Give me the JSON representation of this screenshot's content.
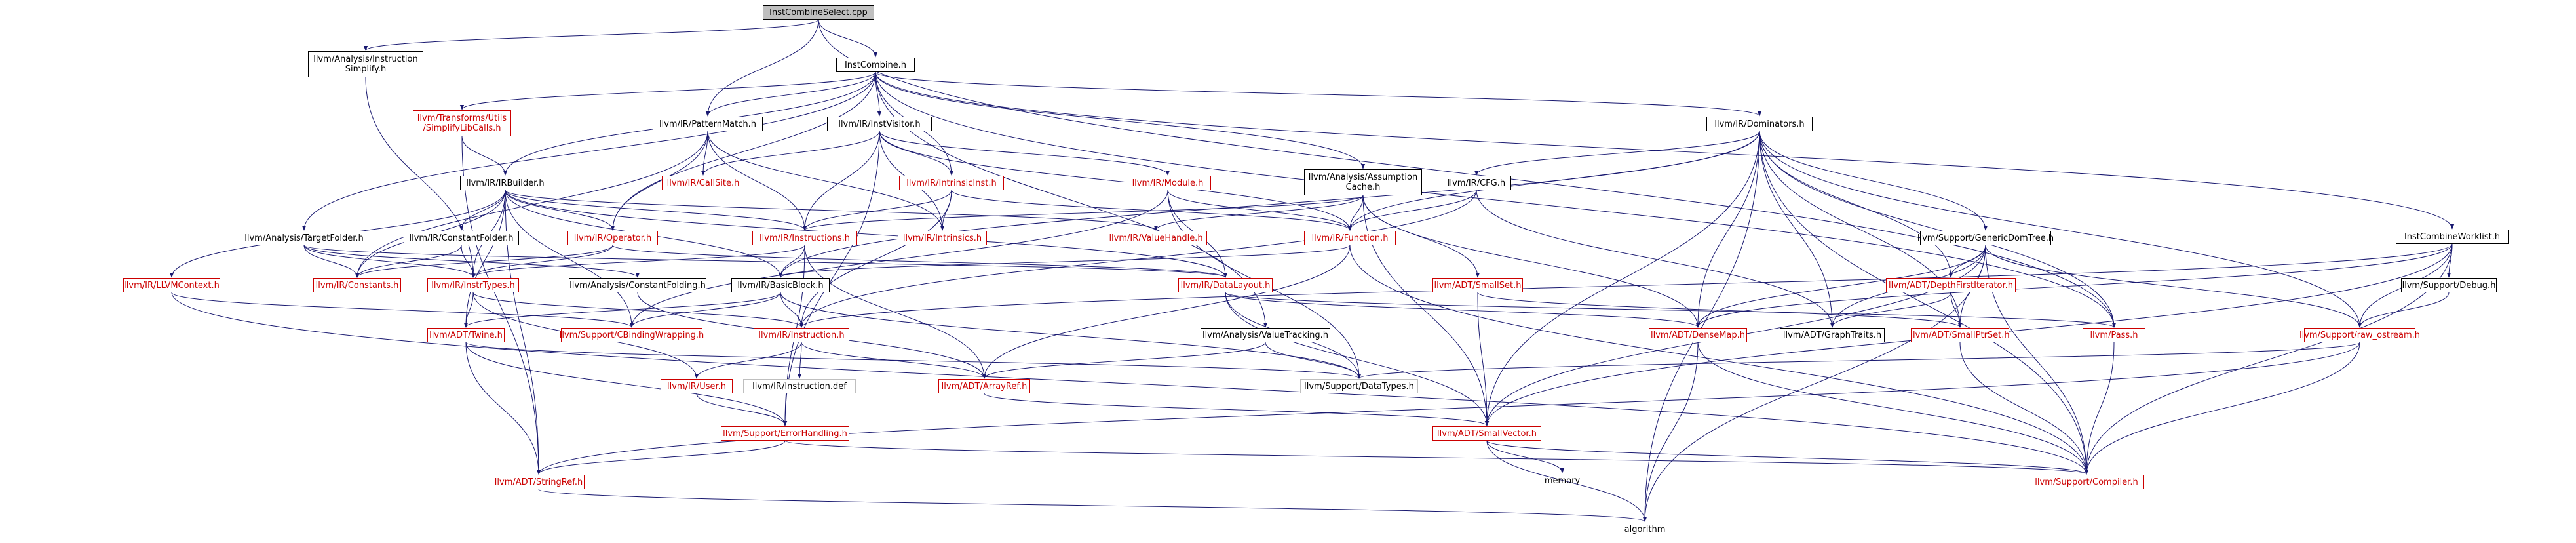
{
  "colors": {
    "edge": "#191970",
    "edge_ext": "#cc0000",
    "border": "#000000",
    "missing": "#cc0000",
    "root_fill": "#bfbfbf"
  },
  "nodes": [
    {
      "id": "root",
      "label": "InstCombineSelect.cpp",
      "style": "root"
    },
    {
      "id": "ia",
      "label": "llvm/Analysis/Instruction\nSimplify.h",
      "style": "black"
    },
    {
      "id": "ic",
      "label": "InstCombine.h",
      "style": "black"
    },
    {
      "id": "tu",
      "label": "llvm/Transforms/Utils\n/SimplifyLibCalls.h",
      "style": "red"
    },
    {
      "id": "pm",
      "label": "llvm/IR/PatternMatch.h",
      "style": "black"
    },
    {
      "id": "iv",
      "label": "llvm/IR/InstVisitor.h",
      "style": "black"
    },
    {
      "id": "dom",
      "label": "llvm/IR/Dominators.h",
      "style": "black"
    },
    {
      "id": "irb",
      "label": "llvm/IR/IRBuilder.h",
      "style": "black"
    },
    {
      "id": "cs",
      "label": "llvm/IR/CallSite.h",
      "style": "red"
    },
    {
      "id": "ii",
      "label": "llvm/IR/IntrinsicInst.h",
      "style": "red"
    },
    {
      "id": "mod",
      "label": "llvm/IR/Module.h",
      "style": "red"
    },
    {
      "id": "ac",
      "label": "llvm/Analysis/Assumption\nCache.h",
      "style": "black"
    },
    {
      "id": "cfg",
      "label": "llvm/IR/CFG.h",
      "style": "black"
    },
    {
      "id": "icw",
      "label": "InstCombineWorklist.h",
      "style": "black"
    },
    {
      "id": "tf",
      "label": "llvm/Analysis/TargetFolder.h",
      "style": "black"
    },
    {
      "id": "cf",
      "label": "llvm/IR/ConstantFolder.h",
      "style": "black"
    },
    {
      "id": "op",
      "label": "llvm/IR/Operator.h",
      "style": "red"
    },
    {
      "id": "ins",
      "label": "llvm/IR/Instructions.h",
      "style": "red"
    },
    {
      "id": "intr",
      "label": "llvm/IR/Intrinsics.h",
      "style": "red"
    },
    {
      "id": "vh",
      "label": "llvm/IR/ValueHandle.h",
      "style": "red"
    },
    {
      "id": "fn",
      "label": "llvm/IR/Function.h",
      "style": "red"
    },
    {
      "id": "gdt",
      "label": "llvm/Support/GenericDomTree.h",
      "style": "black"
    },
    {
      "id": "llc",
      "label": "llvm/IR/LLVMContext.h",
      "style": "red"
    },
    {
      "id": "con",
      "label": "llvm/IR/Constants.h",
      "style": "red"
    },
    {
      "id": "it",
      "label": "llvm/IR/InstrTypes.h",
      "style": "red"
    },
    {
      "id": "acf",
      "label": "llvm/Analysis/ConstantFolding.h",
      "style": "black"
    },
    {
      "id": "bb",
      "label": "llvm/IR/BasicBlock.h",
      "style": "black"
    },
    {
      "id": "dl",
      "label": "llvm/IR/DataLayout.h",
      "style": "red"
    },
    {
      "id": "ss",
      "label": "llvm/ADT/SmallSet.h",
      "style": "red"
    },
    {
      "id": "dfi",
      "label": "llvm/ADT/DepthFirstIterator.h",
      "style": "red"
    },
    {
      "id": "dbg",
      "label": "llvm/Support/Debug.h",
      "style": "black"
    },
    {
      "id": "tw",
      "label": "llvm/ADT/Twine.h",
      "style": "red"
    },
    {
      "id": "cbw",
      "label": "llvm/Support/CBindingWrapping.h",
      "style": "red"
    },
    {
      "id": "inst",
      "label": "llvm/IR/Instruction.h",
      "style": "red"
    },
    {
      "id": "vt",
      "label": "llvm/Analysis/ValueTracking.h",
      "style": "black"
    },
    {
      "id": "dm",
      "label": "llvm/ADT/DenseMap.h",
      "style": "red"
    },
    {
      "id": "gt",
      "label": "llvm/ADT/GraphTraits.h",
      "style": "black"
    },
    {
      "id": "sps",
      "label": "llvm/ADT/SmallPtrSet.h",
      "style": "red"
    },
    {
      "id": "pass",
      "label": "llvm/Pass.h",
      "style": "red"
    },
    {
      "id": "ro",
      "label": "llvm/Support/raw_ostream.h",
      "style": "red"
    },
    {
      "id": "user",
      "label": "llvm/IR/User.h",
      "style": "red"
    },
    {
      "id": "idef",
      "label": "llvm/IR/Instruction.def",
      "style": "grey"
    },
    {
      "id": "ar",
      "label": "llvm/ADT/ArrayRef.h",
      "style": "red"
    },
    {
      "id": "dt",
      "label": "llvm/Support/DataTypes.h",
      "style": "grey"
    },
    {
      "id": "eh",
      "label": "llvm/Support/ErrorHandling.h",
      "style": "red"
    },
    {
      "id": "sv",
      "label": "llvm/ADT/SmallVector.h",
      "style": "red"
    },
    {
      "id": "memory",
      "label": "memory",
      "style": "plain"
    },
    {
      "id": "sr",
      "label": "llvm/ADT/StringRef.h",
      "style": "red"
    },
    {
      "id": "comp",
      "label": "llvm/Support/Compiler.h",
      "style": "red"
    },
    {
      "id": "algo",
      "label": "algorithm",
      "style": "plain"
    }
  ],
  "edges": [
    [
      "root",
      "ia"
    ],
    [
      "root",
      "ic"
    ],
    [
      "root",
      "pm"
    ],
    [
      "root",
      "pass"
    ],
    [
      "ia",
      "it"
    ],
    [
      "ic",
      "tu"
    ],
    [
      "ic",
      "pm"
    ],
    [
      "ic",
      "iv"
    ],
    [
      "ic",
      "dom"
    ],
    [
      "ic",
      "irb"
    ],
    [
      "ic",
      "ac"
    ],
    [
      "ic",
      "icw"
    ],
    [
      "ic",
      "tf"
    ],
    [
      "ic",
      "op"
    ],
    [
      "ic",
      "ii"
    ],
    [
      "ic",
      "vt"
    ],
    [
      "ic",
      "pass"
    ],
    [
      "tu",
      "irb"
    ],
    [
      "tu",
      "sr"
    ],
    [
      "pm",
      "cs"
    ],
    [
      "pm",
      "ins"
    ],
    [
      "pm",
      "intr"
    ],
    [
      "pm",
      "op"
    ],
    [
      "pm",
      "con"
    ],
    [
      "iv",
      "cs"
    ],
    [
      "iv",
      "ii"
    ],
    [
      "iv",
      "intr"
    ],
    [
      "iv",
      "mod"
    ],
    [
      "iv",
      "fn"
    ],
    [
      "iv",
      "ins"
    ],
    [
      "iv",
      "eh"
    ],
    [
      "dom",
      "cfg"
    ],
    [
      "dom",
      "gdt"
    ],
    [
      "dom",
      "fn"
    ],
    [
      "dom",
      "bb"
    ],
    [
      "dom",
      "dm"
    ],
    [
      "dom",
      "dfi"
    ],
    [
      "dom",
      "gt"
    ],
    [
      "dom",
      "sps"
    ],
    [
      "dom",
      "sv"
    ],
    [
      "dom",
      "pass"
    ],
    [
      "dom",
      "comp"
    ],
    [
      "dom",
      "algo"
    ],
    [
      "dom",
      "ro"
    ],
    [
      "irb",
      "cf"
    ],
    [
      "irb",
      "ins"
    ],
    [
      "irb",
      "op"
    ],
    [
      "irb",
      "llc"
    ],
    [
      "irb",
      "bb"
    ],
    [
      "irb",
      "dl"
    ],
    [
      "irb",
      "it"
    ],
    [
      "irb",
      "con"
    ],
    [
      "irb",
      "tw"
    ],
    [
      "irb",
      "sr"
    ],
    [
      "irb",
      "vh"
    ],
    [
      "irb",
      "cbw"
    ],
    [
      "ii",
      "fn"
    ],
    [
      "ii",
      "ins"
    ],
    [
      "ii",
      "intr"
    ],
    [
      "ii",
      "inst"
    ],
    [
      "mod",
      "fn"
    ],
    [
      "mod",
      "dl"
    ],
    [
      "mod",
      "dt"
    ],
    [
      "mod",
      "cbw"
    ],
    [
      "ac",
      "fn"
    ],
    [
      "ac",
      "vh"
    ],
    [
      "ac",
      "ins"
    ],
    [
      "ac",
      "ss"
    ],
    [
      "ac",
      "dm"
    ],
    [
      "ac",
      "sv"
    ],
    [
      "cfg",
      "fn"
    ],
    [
      "cfg",
      "inst"
    ],
    [
      "cfg",
      "gt"
    ],
    [
      "icw",
      "inst"
    ],
    [
      "icw",
      "dbg"
    ],
    [
      "icw",
      "ro"
    ],
    [
      "icw",
      "dm"
    ],
    [
      "icw",
      "sv"
    ],
    [
      "icw",
      "comp"
    ],
    [
      "tf",
      "con"
    ],
    [
      "tf",
      "it"
    ],
    [
      "tf",
      "acf"
    ],
    [
      "tf",
      "dl"
    ],
    [
      "cf",
      "con"
    ],
    [
      "cf",
      "it"
    ],
    [
      "op",
      "con"
    ],
    [
      "op",
      "it"
    ],
    [
      "op",
      "dl"
    ],
    [
      "ins",
      "it"
    ],
    [
      "ins",
      "ar"
    ],
    [
      "ins",
      "eh"
    ],
    [
      "ins",
      "bb"
    ],
    [
      "fn",
      "bb"
    ],
    [
      "fn",
      "ar"
    ],
    [
      "fn",
      "comp"
    ],
    [
      "gdt",
      "dfi"
    ],
    [
      "gdt",
      "sps"
    ],
    [
      "gdt",
      "dm"
    ],
    [
      "gdt",
      "gt"
    ],
    [
      "gdt",
      "sv"
    ],
    [
      "gdt",
      "ro"
    ],
    [
      "gdt",
      "comp"
    ],
    [
      "gdt",
      "algo"
    ],
    [
      "llc",
      "cbw"
    ],
    [
      "llc",
      "comp"
    ],
    [
      "it",
      "inst"
    ],
    [
      "it",
      "tw"
    ],
    [
      "it",
      "user"
    ],
    [
      "acf",
      "ar"
    ],
    [
      "bb",
      "inst"
    ],
    [
      "bb",
      "tw"
    ],
    [
      "bb",
      "dt"
    ],
    [
      "bb",
      "cbw"
    ],
    [
      "dl",
      "dm"
    ],
    [
      "dl",
      "dt"
    ],
    [
      "dl",
      "pass"
    ],
    [
      "dl",
      "sv"
    ],
    [
      "ss",
      "sps"
    ],
    [
      "ss",
      "sv"
    ],
    [
      "dfi",
      "sps"
    ],
    [
      "dfi",
      "gt"
    ],
    [
      "dbg",
      "ro"
    ],
    [
      "tw",
      "sr"
    ],
    [
      "tw",
      "dt"
    ],
    [
      "tw",
      "eh"
    ],
    [
      "inst",
      "user"
    ],
    [
      "inst",
      "idef"
    ],
    [
      "inst",
      "ar"
    ],
    [
      "vt",
      "ar"
    ],
    [
      "vt",
      "dt"
    ],
    [
      "dm",
      "comp"
    ],
    [
      "dm",
      "algo"
    ],
    [
      "sps",
      "comp"
    ],
    [
      "pass",
      "comp"
    ],
    [
      "ro",
      "comp"
    ],
    [
      "ro",
      "dt"
    ],
    [
      "ro",
      "sr"
    ],
    [
      "user",
      "eh"
    ],
    [
      "ar",
      "sv"
    ],
    [
      "eh",
      "comp"
    ],
    [
      "eh",
      "sr"
    ],
    [
      "sv",
      "memory"
    ],
    [
      "sv",
      "algo"
    ],
    [
      "sv",
      "comp"
    ],
    [
      "sr",
      "algo"
    ]
  ]
}
